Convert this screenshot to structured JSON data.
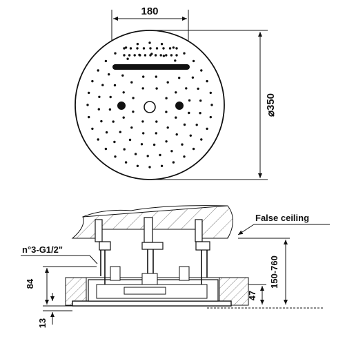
{
  "top_view": {
    "dim_width": "180",
    "dim_diameter": "⌀350"
  },
  "side_view": {
    "label_false_ceiling": "False ceiling",
    "label_connections": "n°3-G1/2\"",
    "dim_84": "84",
    "dim_13": "13",
    "dim_150_760": "150-760",
    "dim_47": "47"
  }
}
